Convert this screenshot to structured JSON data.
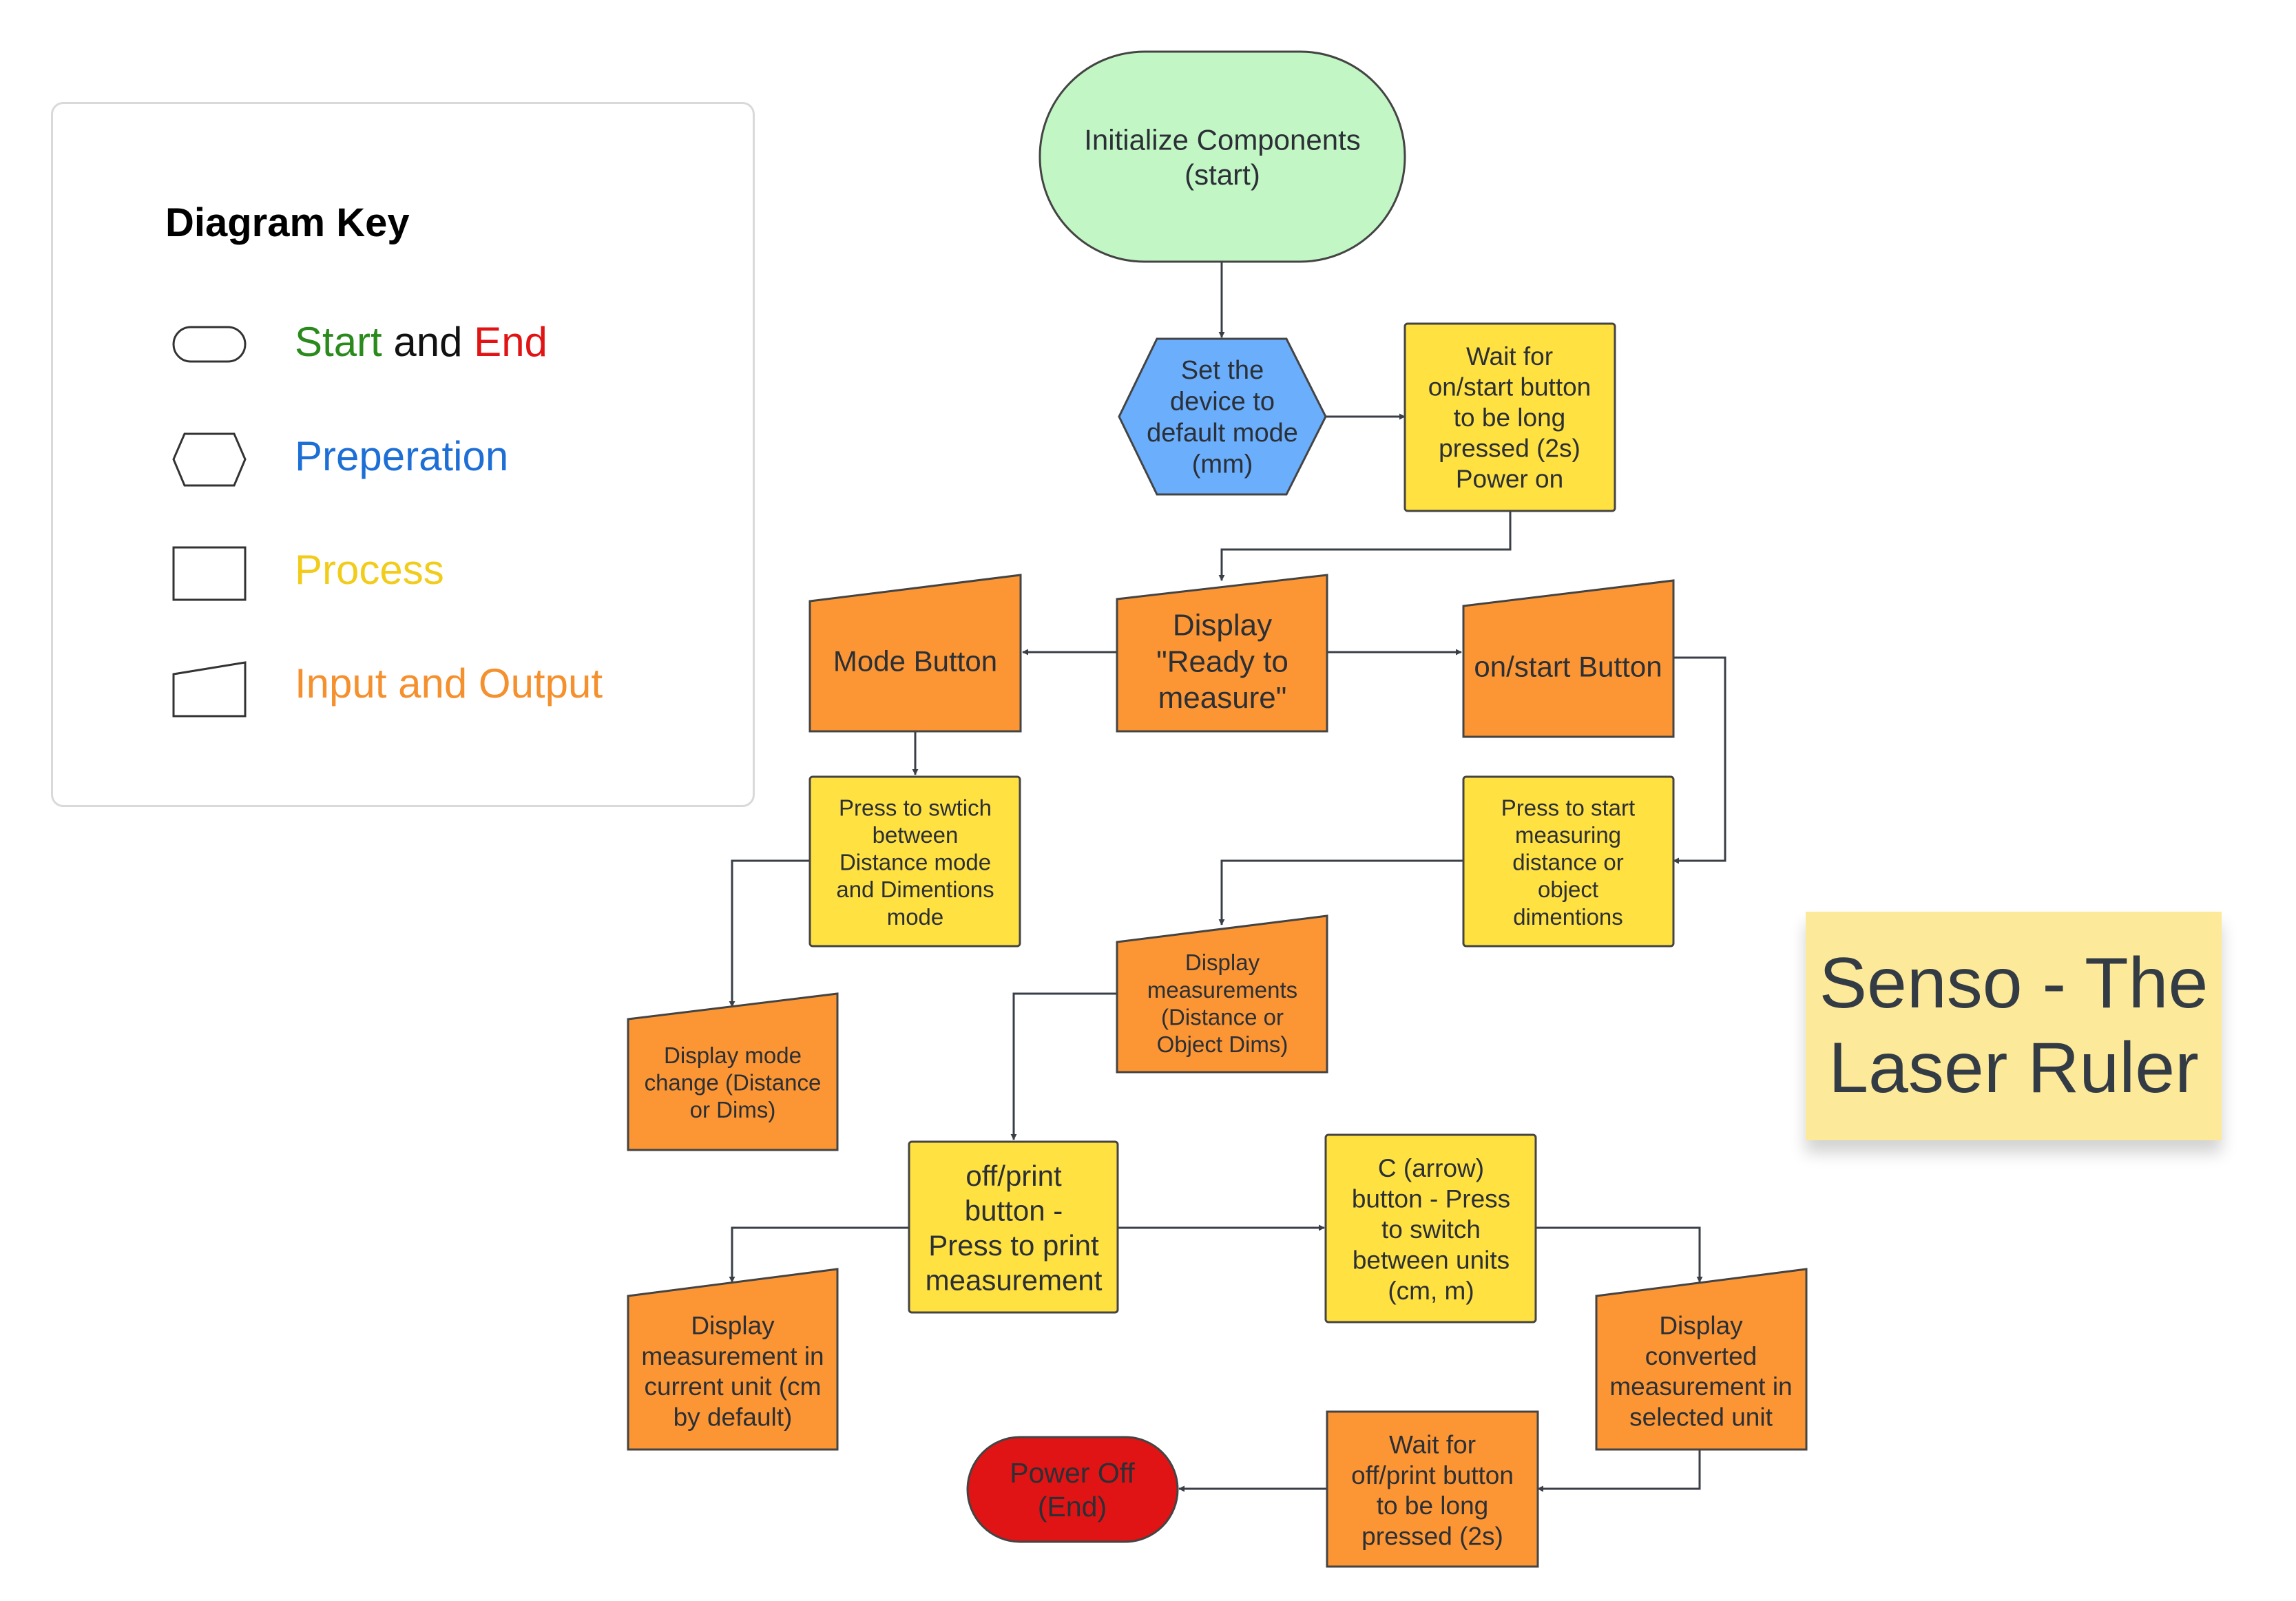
{
  "diagram": {
    "title_note": "Senso - The\nLaser Ruler",
    "key": {
      "title": "Diagram Key",
      "start_word": "Start",
      "and_word": "and",
      "end_word": "End",
      "preparation": "Preperation",
      "process": "Process",
      "io": "Input and Output"
    },
    "colors": {
      "start": "#c3f6c5",
      "end": "#e01414",
      "prep": "#6aaefc",
      "process": "#ffe141",
      "io": "#fc9634",
      "key_green": "#2a8a1c",
      "key_red": "#e01414",
      "key_blue": "#1d6fd6",
      "key_yellow": "#f2cc1a",
      "key_orange": "#f5902e"
    },
    "nodes": {
      "start": "Initialize Components\n(start)",
      "default_mode": "Set the\ndevice to\ndefault mode\n(mm)",
      "wait_on": "Wait for\non/start button\nto be long\npressed (2s)\nPower on",
      "ready": "Display\n\"Ready to\nmeasure\"",
      "mode_button": "Mode Button",
      "on_start_button": "on/start Button",
      "press_switch": "Press to swtich\nbetween\nDistance mode\nand Dimentions\nmode",
      "press_start": "Press to start\nmeasuring\ndistance or\nobject\ndimentions",
      "display_mode_change": "Display mode\nchange (Distance\nor Dims)",
      "display_measurements": "Display\nmeasurements\n(Distance or\nObject Dims)",
      "off_print": "off/print\nbutton -\nPress to print\nmeasurement",
      "c_arrow": "C (arrow)\nbutton - Press\nto switch\nbetween units\n(cm, m)",
      "display_current": "Display\nmeasurement in\ncurrent unit (cm\nby default)",
      "display_converted": "Display\nconverted\nmeasurement in\nselected unit",
      "wait_off": "Wait for\noff/print button\nto be long\npressed (2s)",
      "power_off": "Power Off\n(End)"
    }
  }
}
